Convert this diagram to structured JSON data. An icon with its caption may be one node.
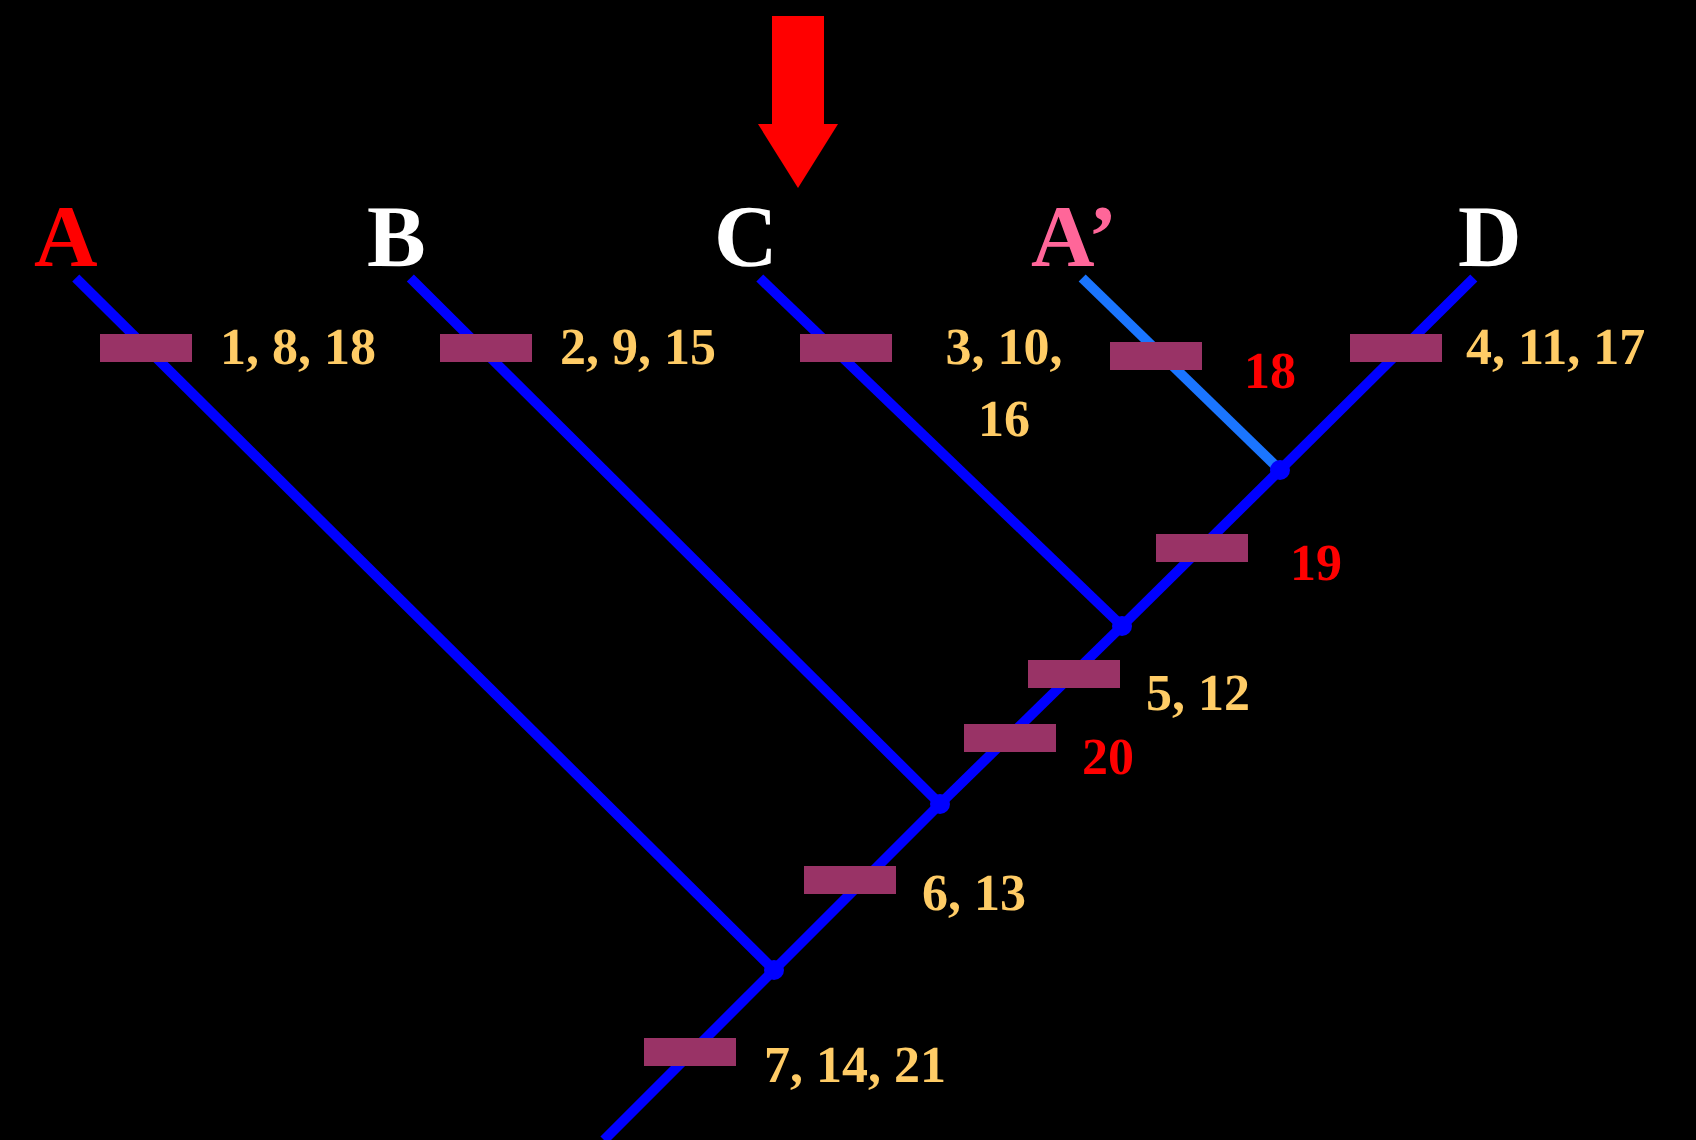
{
  "diagram": {
    "nodes": [
      {
        "text": [
          "A"
        ]
      },
      {
        "text": [
          "B"
        ]
      },
      {
        "text": [
          "C"
        ]
      },
      {
        "text": [
          "A’"
        ]
      },
      {
        "text": [
          "D"
        ]
      },
      {
        "text": [],
        "shape": "point"
      },
      {
        "text": [],
        "shape": "point"
      },
      {
        "text": [],
        "shape": "point"
      },
      {
        "text": [],
        "shape": "point"
      }
    ],
    "edges": [
      {
        "from": 5,
        "to": 3,
        "arrow": "none",
        "label": "18",
        "color": "#1a75ff"
      },
      {
        "from": 5,
        "to": 4,
        "arrow": "none",
        "label": "4, 11, 17"
      },
      {
        "from": 6,
        "to": 5,
        "arrow": "none",
        "label": "19"
      },
      {
        "from": 6,
        "to": 2,
        "arrow": "none",
        "label": "3, 10, 16"
      },
      {
        "from": 7,
        "to": 6,
        "arrow": "none",
        "label": "5, 12"
      },
      {
        "from": 7,
        "to": 1,
        "arrow": "none",
        "label": "2, 9, 15"
      },
      {
        "from": 8,
        "to": 7,
        "arrow": "none",
        "label": "6, 13"
      },
      {
        "from": 8,
        "to": 0,
        "arrow": "none",
        "label": "1, 8, 18"
      },
      {
        "from": null,
        "to": 8,
        "arrow": "none",
        "label": "7, 14, 21"
      },
      {
        "from": null,
        "to": 2,
        "arrow": "to",
        "style": "thick",
        "color": "#ff0000"
      }
    ],
    "labels": [
      "20"
    ]
  }
}
